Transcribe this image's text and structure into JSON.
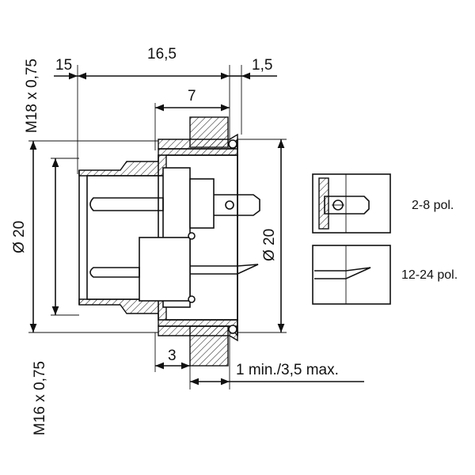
{
  "dimensions": {
    "top_left": "15",
    "top_span": "16,5",
    "top_right": "1,5",
    "inner": "7",
    "thread_top": "M18 x 0,75",
    "diameter_left": "Ø 20",
    "diameter_right": "Ø 20",
    "thread_bottom": "M16 x 0,75",
    "bottom_small": "3",
    "panel_thickness": "1 min./3,5 max."
  },
  "variants": [
    {
      "label": "2-8 pol."
    },
    {
      "label": "12-24 pol."
    }
  ]
}
